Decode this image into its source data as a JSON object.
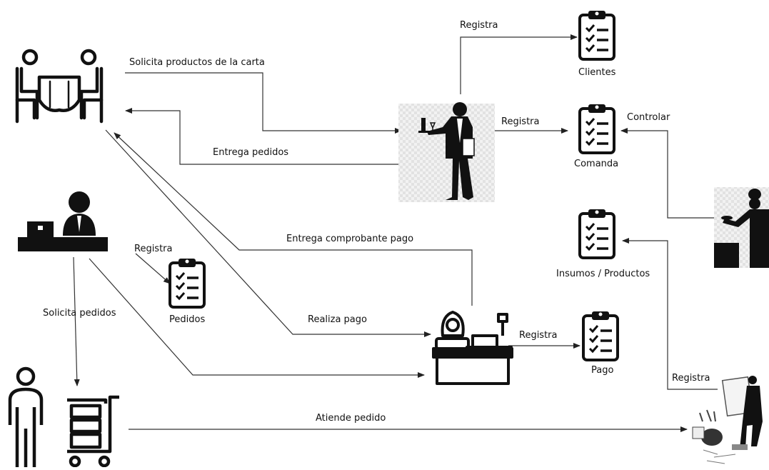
{
  "labels": {
    "cliente_solicita": "Solicita productos de la carta",
    "entrega_pedidos": "Entrega pedidos",
    "registra_clientes": "Registra",
    "registra_comanda": "Registra",
    "controlar": "Controlar",
    "entrega_comprobante": "Entrega comprobante  pago",
    "registra_pedidos": "Registra",
    "solicita_pedidos": "Solicita pedidos",
    "realiza_pago": "Realiza pago",
    "registra_pago": "Registra",
    "registra_insumos": "Registra",
    "atiende_pedido": "Atiende pedido"
  },
  "documents": {
    "clientes": "Clientes",
    "comanda": "Comanda",
    "insumos": "Insumos / Productos",
    "pedidos": "Pedidos",
    "pago": "Pago"
  },
  "icons": [
    "diners-table-icon",
    "manager-desk-icon",
    "employee-with-cart-icon",
    "waiter-icon",
    "cashier-icon",
    "chef-icon",
    "delivery-worker-icon",
    "clipboard-icon"
  ]
}
